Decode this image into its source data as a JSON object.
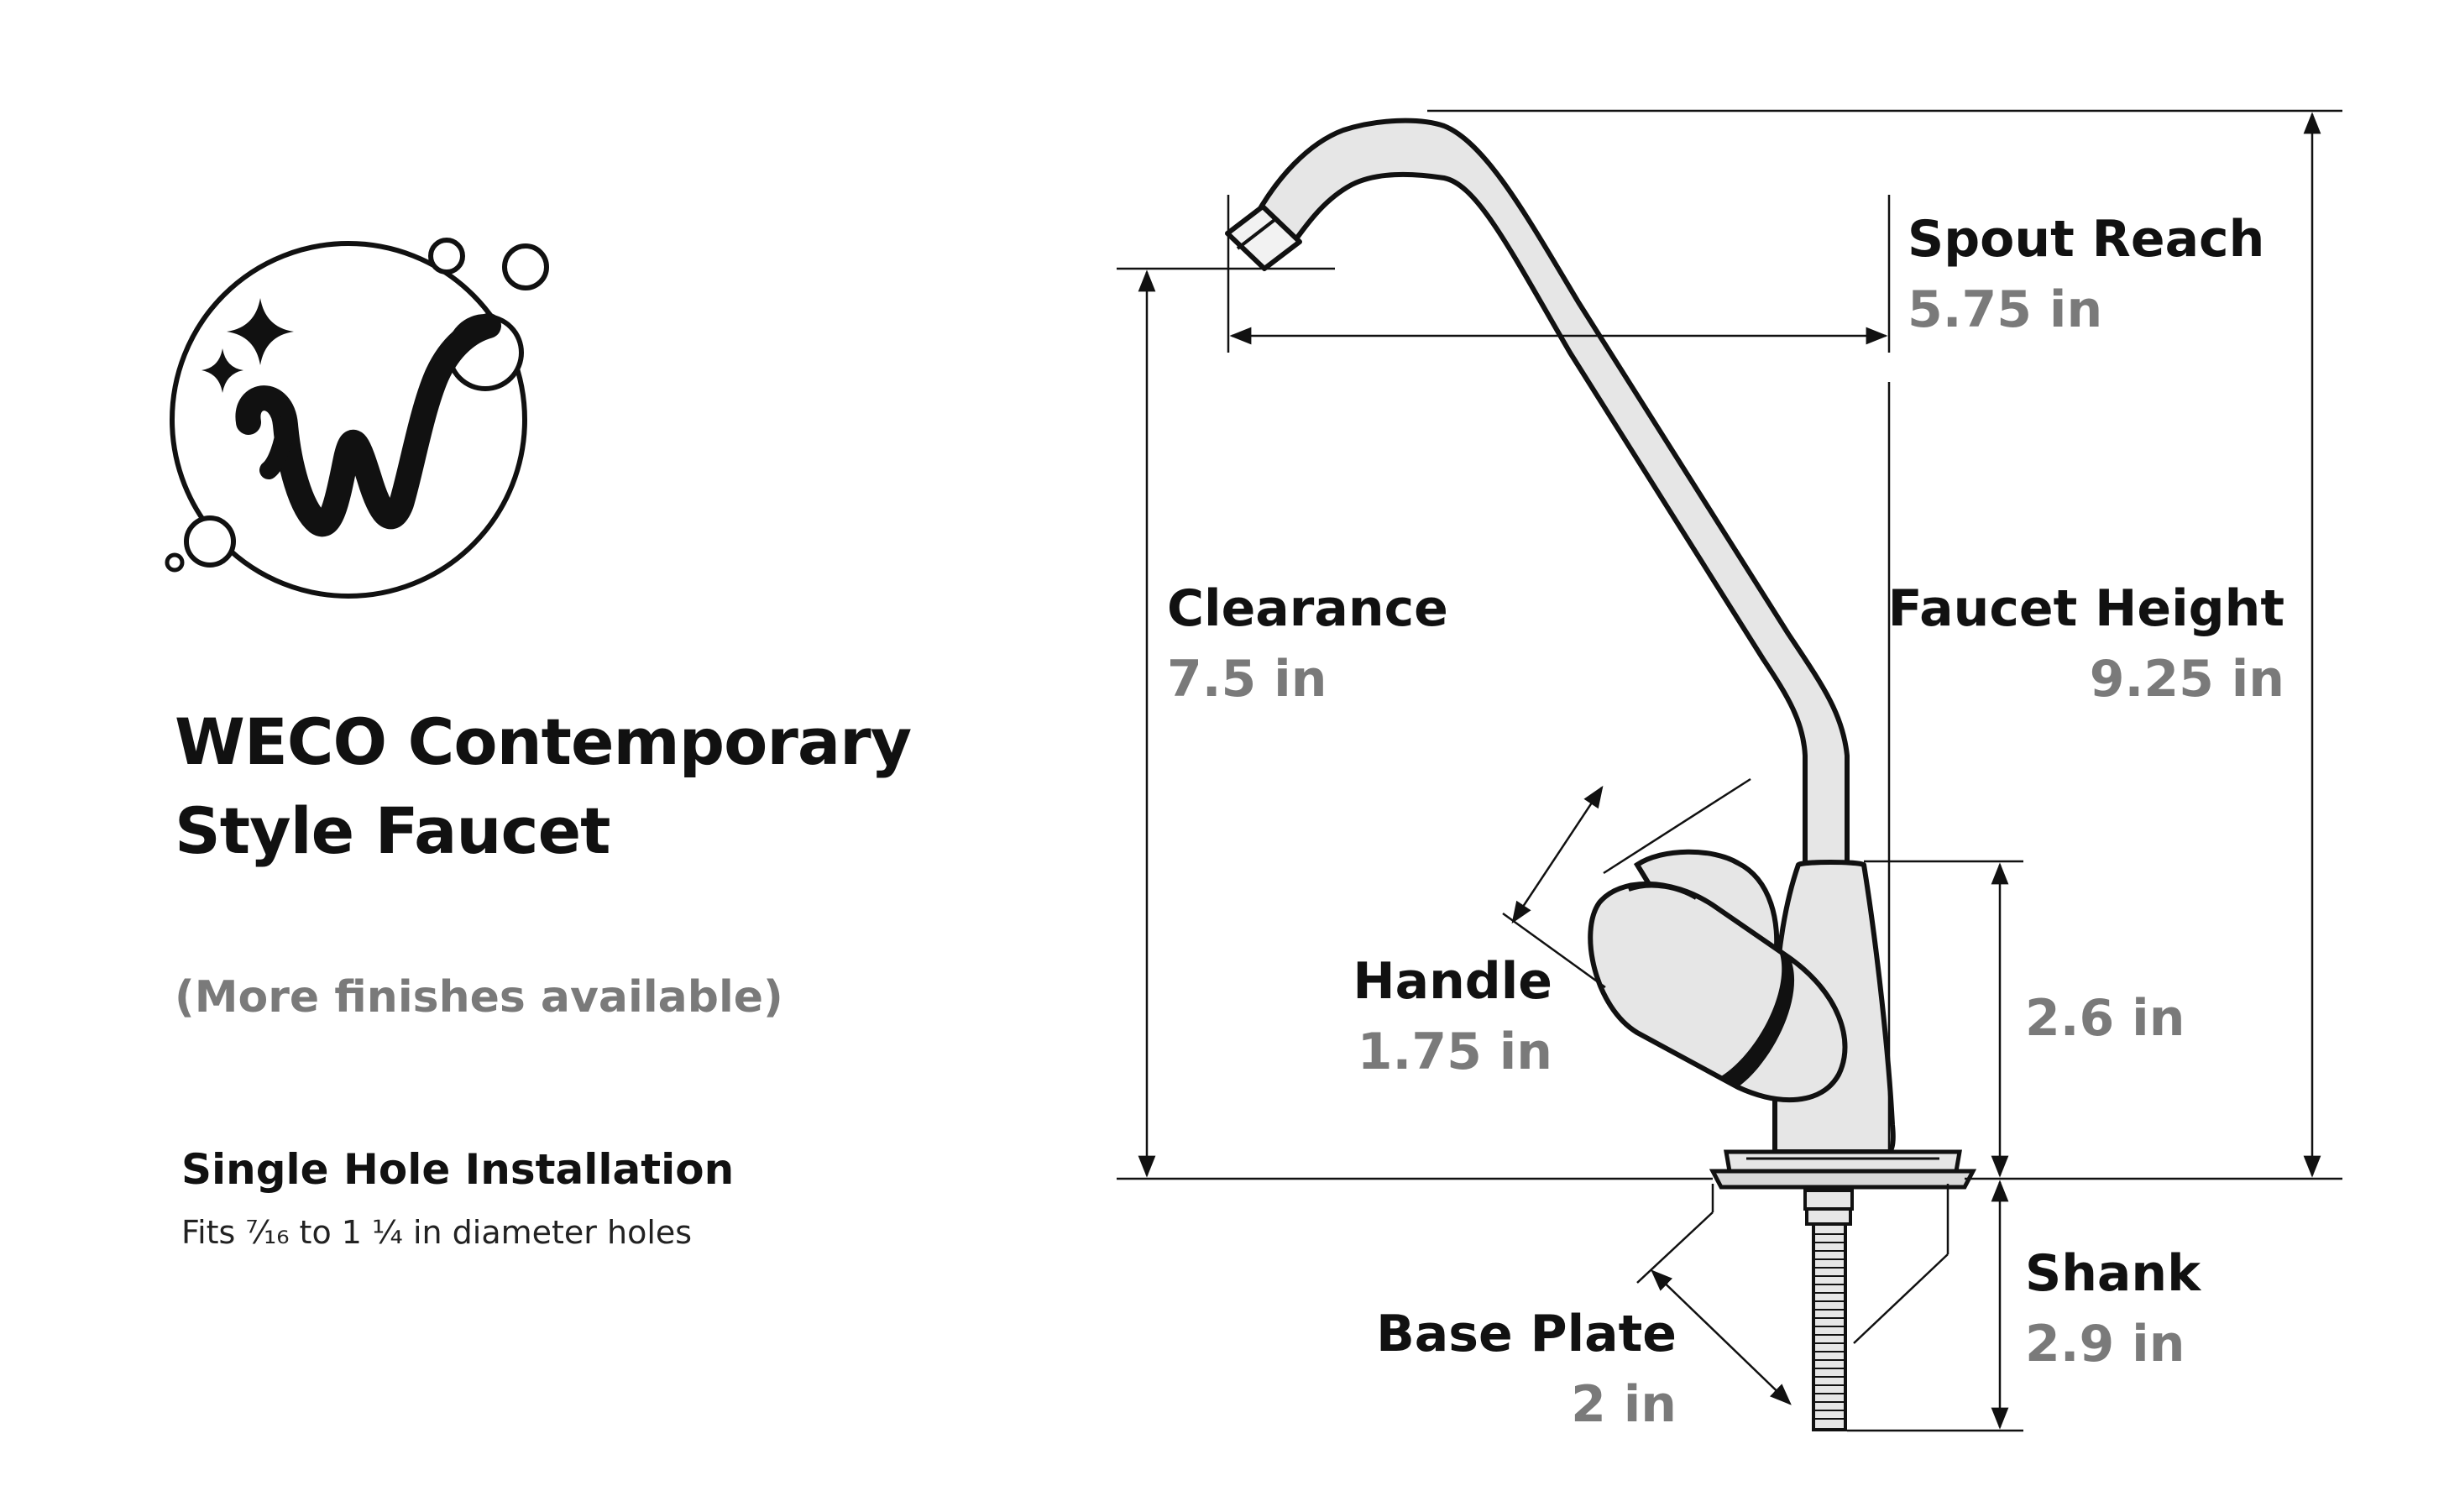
{
  "product": {
    "title_line1": "WECO Contemporary",
    "title_line2": "Style Faucet",
    "finishes_note": "(More finishes available)",
    "installation_heading": "Single Hole Installation",
    "installation_detail": "Fits ⁷⁄₁₆ to 1 ¼ in diameter holes"
  },
  "logo": {
    "icon": "weco-w-logo",
    "color": "#111111"
  },
  "dimensions": {
    "spout_reach": {
      "label": "Spout Reach",
      "value": "5.75 in"
    },
    "clearance": {
      "label": "Clearance",
      "value": "7.5 in"
    },
    "faucet_height": {
      "label": "Faucet Height",
      "value": "9.25 in"
    },
    "handle": {
      "label": "Handle",
      "value": "1.75 in"
    },
    "body_height": {
      "value": "2.6 in"
    },
    "shank": {
      "label": "Shank",
      "value": "2.9 in"
    },
    "base_plate": {
      "label": "Base Plate",
      "value": "2 in"
    }
  },
  "colors": {
    "ink": "#111111",
    "value_gray": "#7a7a7a",
    "faucet_fill": "#e6e6e6"
  }
}
